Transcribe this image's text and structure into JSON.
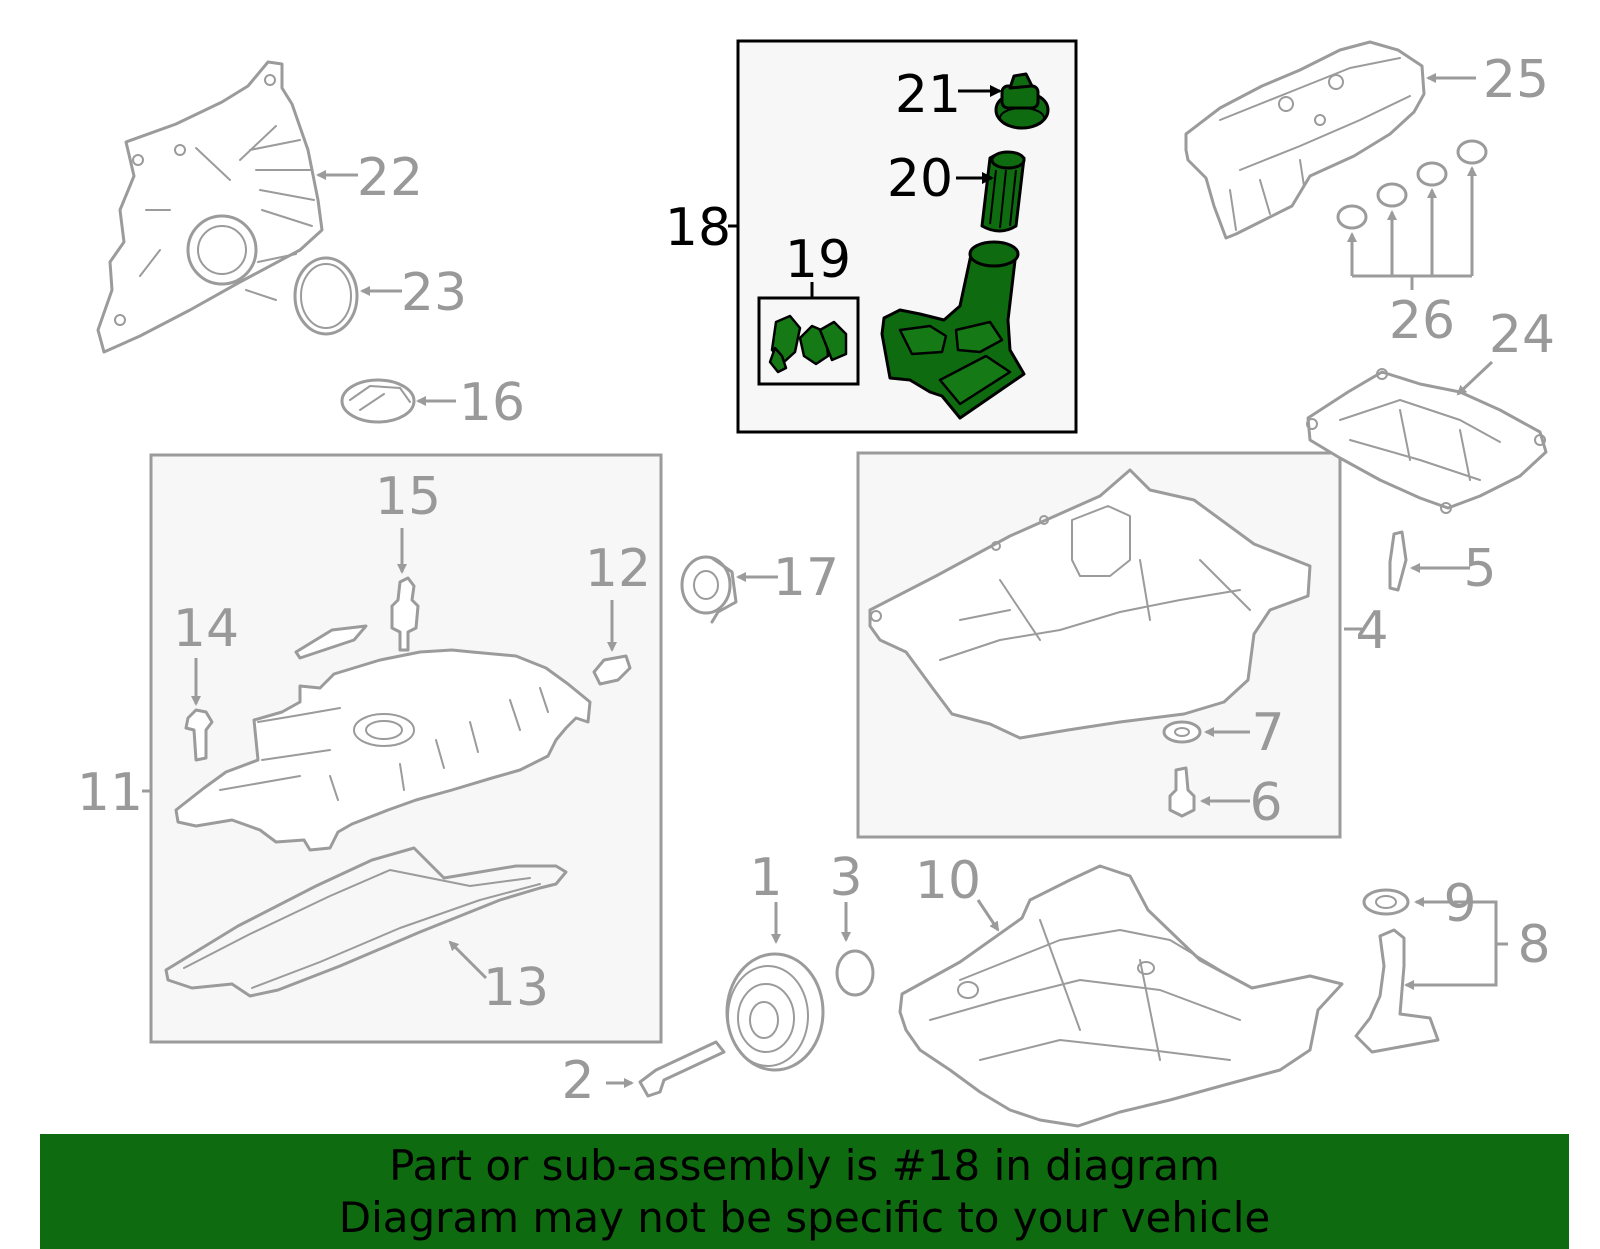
{
  "labels": {
    "p1": "1",
    "p2": "2",
    "p3": "3",
    "p4": "4",
    "p5": "5",
    "p6": "6",
    "p7": "7",
    "p8": "8",
    "p9": "9",
    "p10": "10",
    "p11": "11",
    "p12": "12",
    "p13": "13",
    "p14": "14",
    "p15": "15",
    "p16": "16",
    "p17": "17",
    "p18": "18",
    "p19": "19",
    "p20": "20",
    "p21": "21",
    "p22": "22",
    "p23": "23",
    "p24": "24",
    "p25": "25",
    "p26": "26"
  },
  "highlight": {
    "part": "18",
    "color": "#0f6b0f"
  },
  "footer": {
    "line1": "Part or sub-assembly is #18 in diagram",
    "line2": "Diagram may not be specific to your vehicle"
  }
}
